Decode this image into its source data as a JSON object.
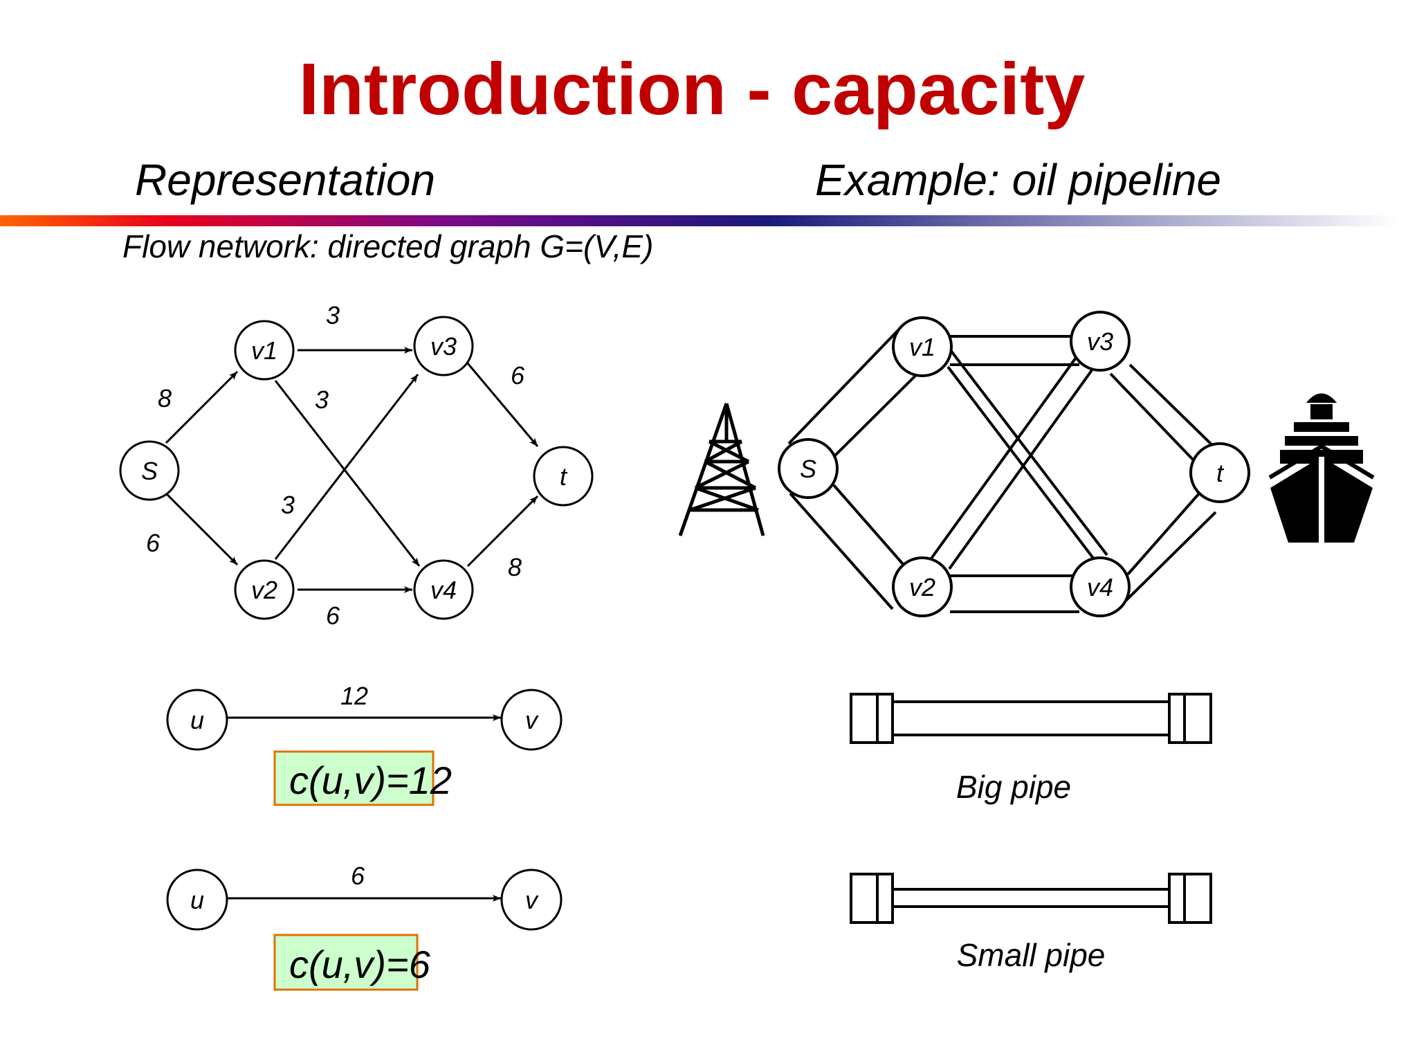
{
  "slide": {
    "title": "Introduction - capacity",
    "left_heading": "Representation",
    "right_heading": "Example: oil pipeline",
    "subtitle": "Flow network: directed graph G=(V,E)"
  },
  "colors": {
    "title": "#c00000",
    "text": "#000000",
    "highlight_fill": "#ccffcc",
    "highlight_border": "#e07000",
    "rule_gradient": [
      "#ff6600",
      "#e8001c",
      "#6a0a8a",
      "#1a1a7a",
      "#ffffff"
    ]
  },
  "graph": {
    "nodes": [
      {
        "id": "s",
        "label": "S"
      },
      {
        "id": "v1",
        "label": "v1"
      },
      {
        "id": "v2",
        "label": "v2"
      },
      {
        "id": "v3",
        "label": "v3"
      },
      {
        "id": "v4",
        "label": "v4"
      },
      {
        "id": "t",
        "label": "t"
      }
    ],
    "edges": [
      {
        "from": "s",
        "to": "v1",
        "capacity": "8"
      },
      {
        "from": "s",
        "to": "v2",
        "capacity": "6"
      },
      {
        "from": "v1",
        "to": "v3",
        "capacity": "3"
      },
      {
        "from": "v1",
        "to": "v4",
        "capacity": "3"
      },
      {
        "from": "v2",
        "to": "v3",
        "capacity": "3"
      },
      {
        "from": "v2",
        "to": "v4",
        "capacity": "6"
      },
      {
        "from": "v3",
        "to": "t",
        "capacity": "6"
      },
      {
        "from": "v4",
        "to": "t",
        "capacity": "8"
      }
    ]
  },
  "pipeline": {
    "nodes": [
      "S",
      "v1",
      "v2",
      "v3",
      "v4",
      "t"
    ],
    "icons": [
      "oil-derrick-icon",
      "ship-icon"
    ]
  },
  "examples": [
    {
      "u": "u",
      "v": "v",
      "capacity": "12",
      "formula": "c(u,v)=12",
      "pipe_label": "Big pipe"
    },
    {
      "u": "u",
      "v": "v",
      "capacity": "6",
      "formula": "c(u,v)=6",
      "pipe_label": "Small pipe"
    }
  ]
}
